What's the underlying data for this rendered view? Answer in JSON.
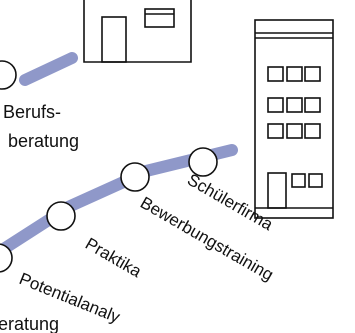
{
  "colors": {
    "path": "#8f98c9",
    "outline": "#111111",
    "background": "#ffffff"
  },
  "icons": {
    "house": "house-icon",
    "building": "office-building-icon"
  },
  "path_labels": {
    "berufsberatung_line1": "Berufs-",
    "berufsberatung_line2": "beratung",
    "schuelerfirma": "Schülerfirma",
    "bewerbungstraining": "Bewerbungstraining",
    "praktika": "Praktika",
    "potentialanalyse": "Potentialanaly",
    "beratung_partial": "eratung"
  }
}
